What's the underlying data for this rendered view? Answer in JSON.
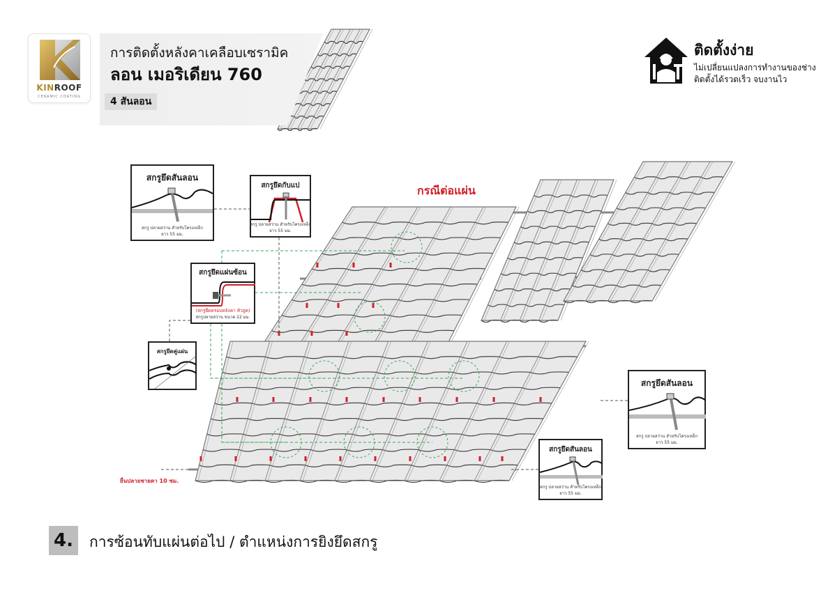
{
  "brand": {
    "name_part1": "KIN",
    "name_part2": "ROOF",
    "tagline": "CERAMIC COATING",
    "gold": "#b48a2c"
  },
  "header": {
    "title": "การติดตั้งหลังคาเคลือบเซรามิค",
    "product": "ลอน เมอริเดียน 760",
    "ribs": "4 สันลอน"
  },
  "easy_install": {
    "icon": "house-worker-tools-icon",
    "title": "ติดตั้งง่าย",
    "line1": "ไม่เปลี่ยนแปลงการทำงานของช่าง",
    "line2": "ติดตั้งได้รวดเร็ว จบงานไว"
  },
  "diagram": {
    "case_label": "กรณีต่อแผ่น",
    "eave_note": "ยื่นปลายชายคา 10 ซม.",
    "accent": "#d0202a",
    "guide_green": "#3aa655",
    "callouts": [
      {
        "title": "สกรูยึดสันลอน",
        "desc1": "สกรู ปลายสว่าน สำหรับโครงเหล็ก",
        "desc2": "ยาว 55 มม."
      },
      {
        "title": "สกรูยึดกับแป",
        "desc1": "สกรู ปลายสว่าน สำหรับโครงเหล็ก",
        "desc2": "ยาว 55 มม."
      },
      {
        "title": "สกรูยึดแผ่นซ้อน",
        "desc1": "(สกรูยึดครอบหลังคา หัวลูค)",
        "desc2": "สกรูปลายสว่าน ขนาด 22 มม."
      },
      {
        "title": "สกรูยึดคู่แผ่น"
      },
      {
        "title": "สกรูยึดสันลอน",
        "desc1": "สกรู ปลายสว่าน สำหรับโครงเหล็ก",
        "desc2": "ยาว 55 มม."
      },
      {
        "title": "สกรูยึดสันลอน",
        "desc1": "สกรู ปลายสว่าน สำหรับโครงเหล็ก",
        "desc2": "ยาว 55 มม."
      }
    ]
  },
  "step": {
    "number": "4.",
    "text": "การซ้อนทับแผ่นต่อไป / ตำแหน่งการยิงยึดสกรู"
  }
}
